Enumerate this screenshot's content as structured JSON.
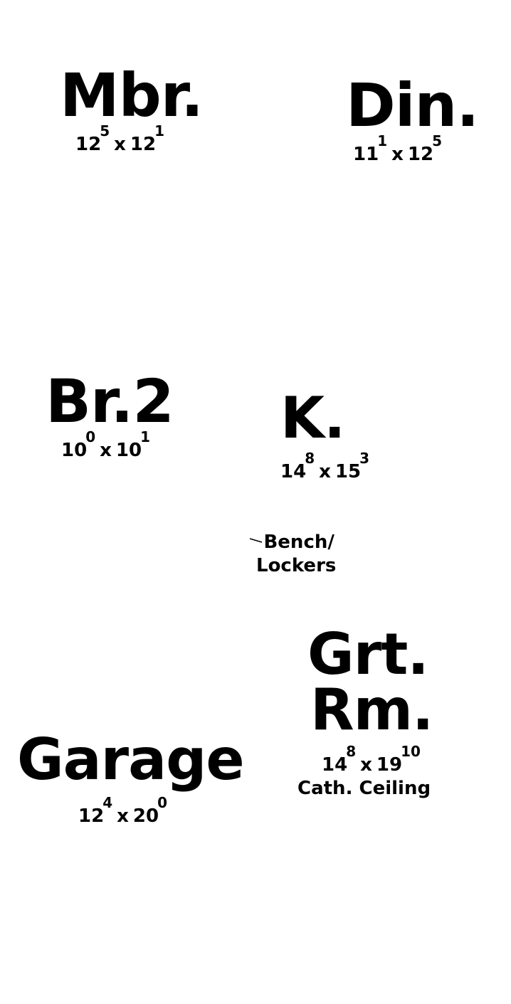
{
  "rooms": {
    "mbr": {
      "name": "Mbr.",
      "w": "12",
      "w_in": "5",
      "d": "12",
      "d_in": "1"
    },
    "din": {
      "name": "Din.",
      "w": "11",
      "w_in": "1",
      "d": "12",
      "d_in": "5"
    },
    "br2": {
      "name": "Br.2",
      "w": "10",
      "w_in": "0",
      "d": "10",
      "d_in": "1"
    },
    "k": {
      "name": "K.",
      "w": "14",
      "w_in": "8",
      "d": "15",
      "d_in": "3"
    },
    "grt": {
      "name_line1": "Grt.",
      "name_line2": "Rm.",
      "w": "14",
      "w_in": "8",
      "d": "19",
      "d_in": "10",
      "note": "Cath. Ceiling"
    },
    "garage": {
      "name": "Garage",
      "w": "12",
      "w_in": "4",
      "d": "20",
      "d_in": "0"
    }
  },
  "bench": {
    "line1": "Bench/",
    "line2": "Lockers"
  },
  "separator": "x"
}
